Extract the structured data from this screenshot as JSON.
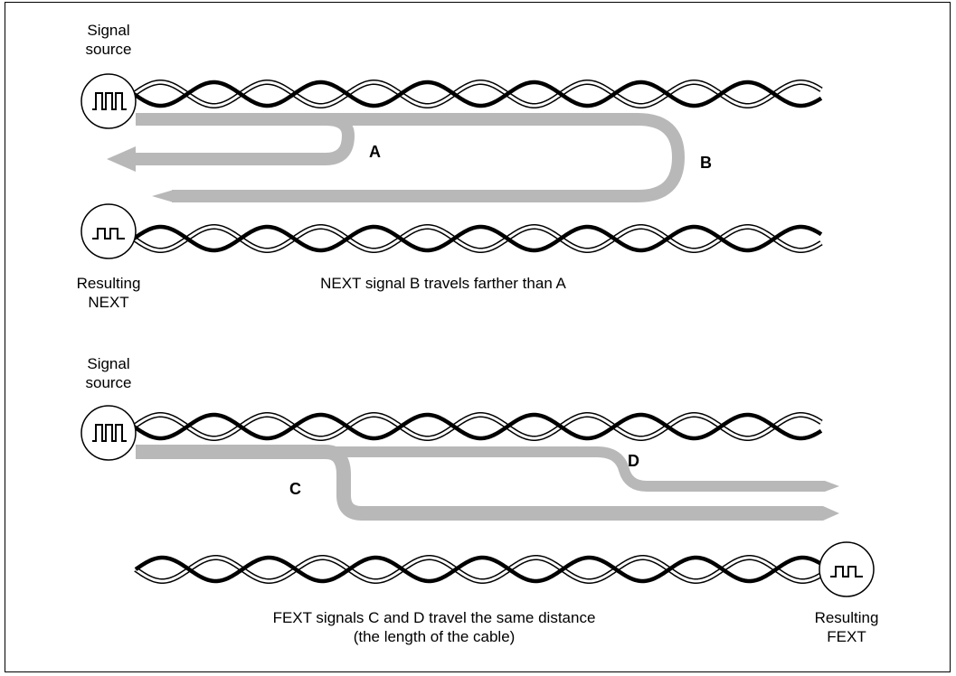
{
  "next_section": {
    "source_label": [
      "Signal",
      "source"
    ],
    "result_label": [
      "Resulting",
      "NEXT"
    ],
    "path_a_label": "A",
    "path_b_label": "B",
    "caption": "NEXT signal B travels farther than A"
  },
  "fext_section": {
    "source_label": [
      "Signal",
      "source"
    ],
    "result_label": [
      "Resulting",
      "FEXT"
    ],
    "path_c_label": "C",
    "path_d_label": "D",
    "caption": [
      "FEXT signals C and D travel the same distance",
      "(the length of the cable)"
    ]
  },
  "colors": {
    "signal_path": "#b8b8b8",
    "cable_dark": "#000000",
    "cable_hollow": "#ffffff"
  },
  "icons": {
    "source_waveform": "triple-pulse",
    "result_waveform": "double-pulse"
  }
}
